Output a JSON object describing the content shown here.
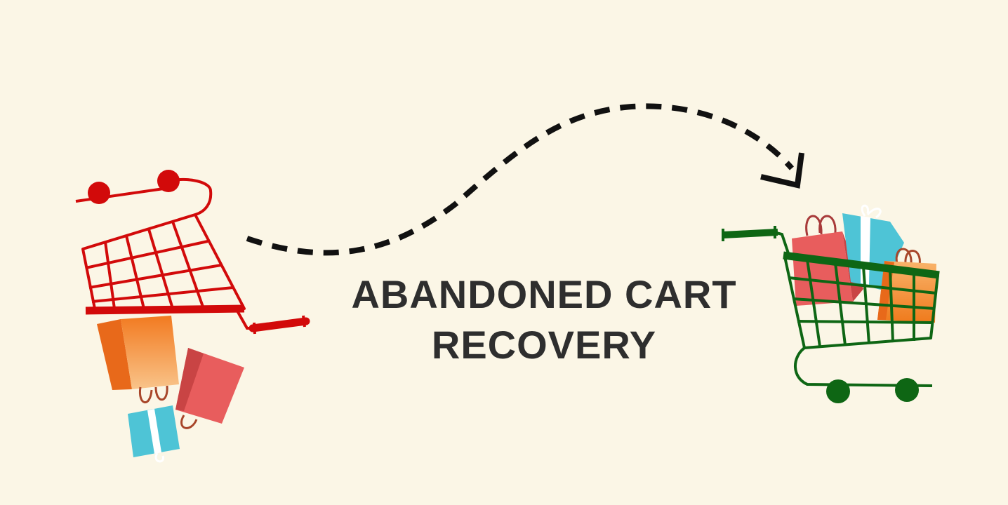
{
  "headline": {
    "line1": "ABANDONED CART",
    "line2": "RECOVERY"
  },
  "illustration": {
    "left_cart": {
      "icon": "abandoned-cart-icon",
      "color": "#d20a0a",
      "state": "tipped-over"
    },
    "right_cart": {
      "icon": "recovered-cart-icon",
      "color": "#0e6614",
      "state": "upright-full"
    },
    "arrow": {
      "icon": "dashed-arrow-icon",
      "color": "#111111"
    },
    "colors": {
      "background": "#fbf6e6",
      "bag_red": "#e85d5d",
      "bag_orange": "#f2862a",
      "gift_blue": "#4ec4d6",
      "text": "#2e2e2e"
    }
  }
}
